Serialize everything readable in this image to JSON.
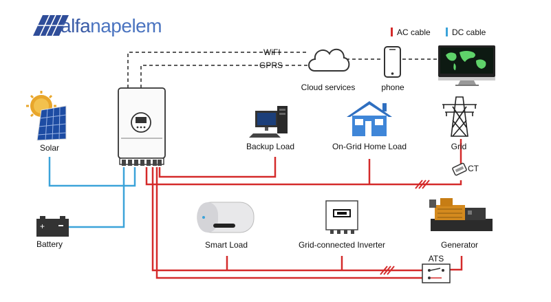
{
  "brand": {
    "name_part1": "alfa",
    "name_part2": "napelem",
    "color_primary": "#2f4d99",
    "color_secondary": "#4b74c0"
  },
  "legend": {
    "ac_label": "AC cable",
    "dc_label": "DC cable",
    "ac_color": "#d42a2a",
    "dc_color": "#3ba3d9"
  },
  "connections": {
    "wifi_label": "WiFI",
    "gprs_label": "GPRS"
  },
  "nodes": {
    "cloud": "Cloud services",
    "phone": "phone",
    "solar": "Solar",
    "battery": "Battery",
    "backup_load": "Backup Load",
    "home_load": "On-Grid Home Load",
    "grid": "Grid",
    "ct": "CT",
    "smart_load": "Smart Load",
    "grid_inverter": "Grid-connected Inverter",
    "generator": "Generator",
    "ats": "ATS"
  },
  "icons": {
    "logo": "solar-panel-logo-icon",
    "cloud": "cloud-icon",
    "phone": "smartphone-icon",
    "monitor": "monitor-world-map-icon",
    "inverter": "hybrid-inverter-icon",
    "sun": "sun-icon",
    "solar": "solar-panel-icon",
    "battery": "battery-icon",
    "pc": "desktop-computer-icon",
    "house": "house-icon",
    "tower": "power-tower-icon",
    "ct": "current-transformer-icon",
    "boiler": "water-heater-icon",
    "grid_inverter": "grid-inverter-icon",
    "generator": "generator-icon",
    "ats": "ats-switch-icon"
  }
}
